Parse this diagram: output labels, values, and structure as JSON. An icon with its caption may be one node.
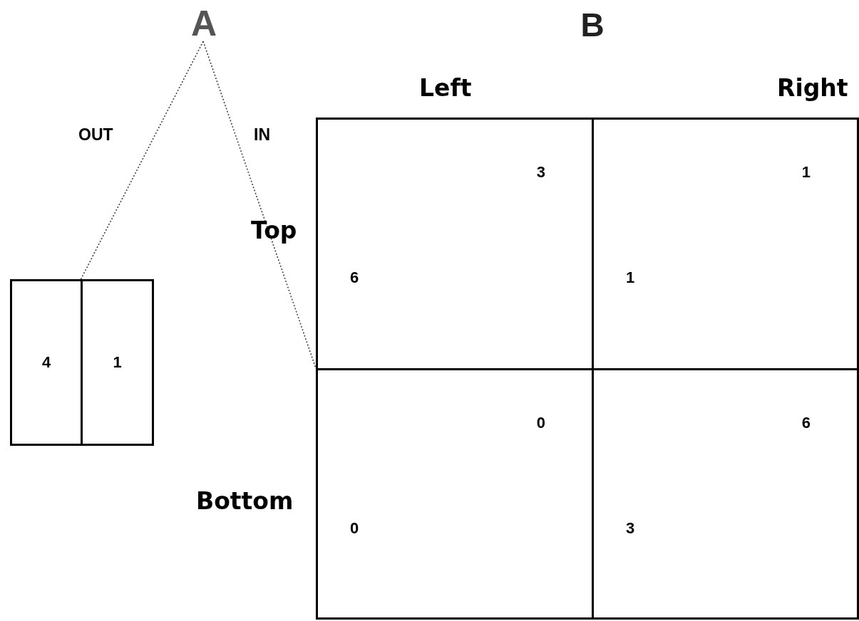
{
  "diagram": {
    "nodes": [
      {
        "text": [
          "A"
        ]
      },
      {
        "text": [],
        "shape": "box"
      },
      {
        "text": [
          "4"
        ],
        "in": 1
      },
      {
        "text": [
          "1"
        ],
        "in": 1
      },
      {
        "text": [
          "B"
        ]
      },
      {
        "text": [
          "3",
          "6"
        ],
        "in": 4
      },
      {
        "text": [
          "1",
          "1"
        ],
        "in": 4
      },
      {
        "text": [
          "0",
          "0"
        ],
        "in": 4
      },
      {
        "text": [
          "6",
          "3"
        ],
        "in": 4
      }
    ],
    "edges": [
      {
        "from": 0,
        "to": 1,
        "arrow": "none",
        "label": "OUT",
        "style": "dashed"
      },
      {
        "from": 0,
        "to": 4,
        "arrow": "none",
        "label": "IN",
        "style": "dashed"
      }
    ],
    "labels": [
      "Left",
      "Right",
      "Top",
      "Bottom"
    ]
  }
}
